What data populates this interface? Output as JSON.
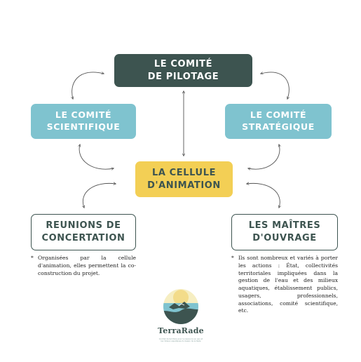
{
  "boxes": {
    "pilotage": {
      "line1": "LE COMITÉ",
      "line2": "DE PILOTAGE"
    },
    "scientifique": {
      "line1": "LE COMITÉ",
      "line2": "SCIENTIFIQUE"
    },
    "strategique": {
      "line1": "LE COMITÉ",
      "line2": "STRATÉGIQUE"
    },
    "animation": {
      "line1": "LA CELLULE",
      "line2": "D'ANIMATION"
    },
    "reunions": {
      "line1": "REUNIONS DE",
      "line2": "CONCERTATION"
    },
    "maitres": {
      "line1": "LES MAÎTRES",
      "line2": "D'OUVRAGE"
    }
  },
  "notes": {
    "marker": "*",
    "reunions": "Organisées par la cellule d'animation, elles permettent la co-construction du projet.",
    "maitres": "Ils sont nombreux et variés à porter les actions : État, collectivités territoriales impliquées dans la gestion de l'eau et des milieux aquatiques, établissement publics, usagers, professionnels, associations, comité scientifique, etc."
  },
  "logo": {
    "name": "TerraRade",
    "tagline": "Contrat de territoire pour la ressource en eau et les milieux aquatiques du bassin de la Rade"
  },
  "colors": {
    "dark_green": "#3d5450",
    "light_blue": "#7fc3cf",
    "yellow": "#f3cf55",
    "arrow": "#555555"
  },
  "icons": [
    "double-arrow-icon",
    "terrarade-logo-icon"
  ]
}
